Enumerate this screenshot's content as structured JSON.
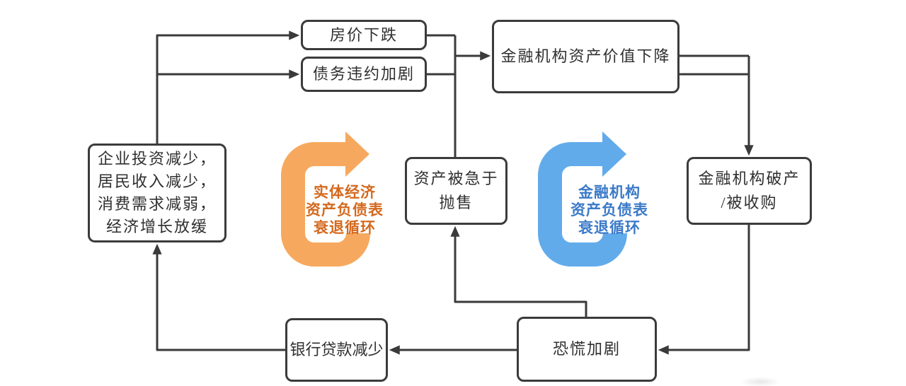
{
  "diagram": {
    "nodes": {
      "housing_price": {
        "label": "房价下跌"
      },
      "debt_default": {
        "label": "债务违约加剧"
      },
      "fi_asset_value": {
        "label": "金融机构资产价值下降"
      },
      "economy": {
        "lines": [
          "企业投资减少，",
          "居民收入减少，",
          "消费需求减弱，",
          "经济增长放缓"
        ]
      },
      "fire_sale": {
        "lines": [
          "资产被急于",
          "抛售"
        ]
      },
      "fi_bankrupt": {
        "lines": [
          "金融机构破产",
          "/被收购"
        ]
      },
      "bank_loans": {
        "label": "银行贷款减少"
      },
      "panic": {
        "label": "恐慌加剧"
      }
    },
    "cycles": {
      "real_economy": {
        "lines": [
          "实体经济",
          "资产负债表",
          "衰退循环"
        ],
        "color": "#f6a95e",
        "text_color": "#d4691e"
      },
      "financial": {
        "lines": [
          "金融机构",
          "资产负债表",
          "衰退循环"
        ],
        "color": "#62abeb",
        "text_color": "#3b7ac8"
      }
    },
    "colors": {
      "background": "#ffffff",
      "box_border": "#3b3b3b",
      "connector": "#3a3a3a",
      "node_text": "#2f2f2f"
    }
  }
}
